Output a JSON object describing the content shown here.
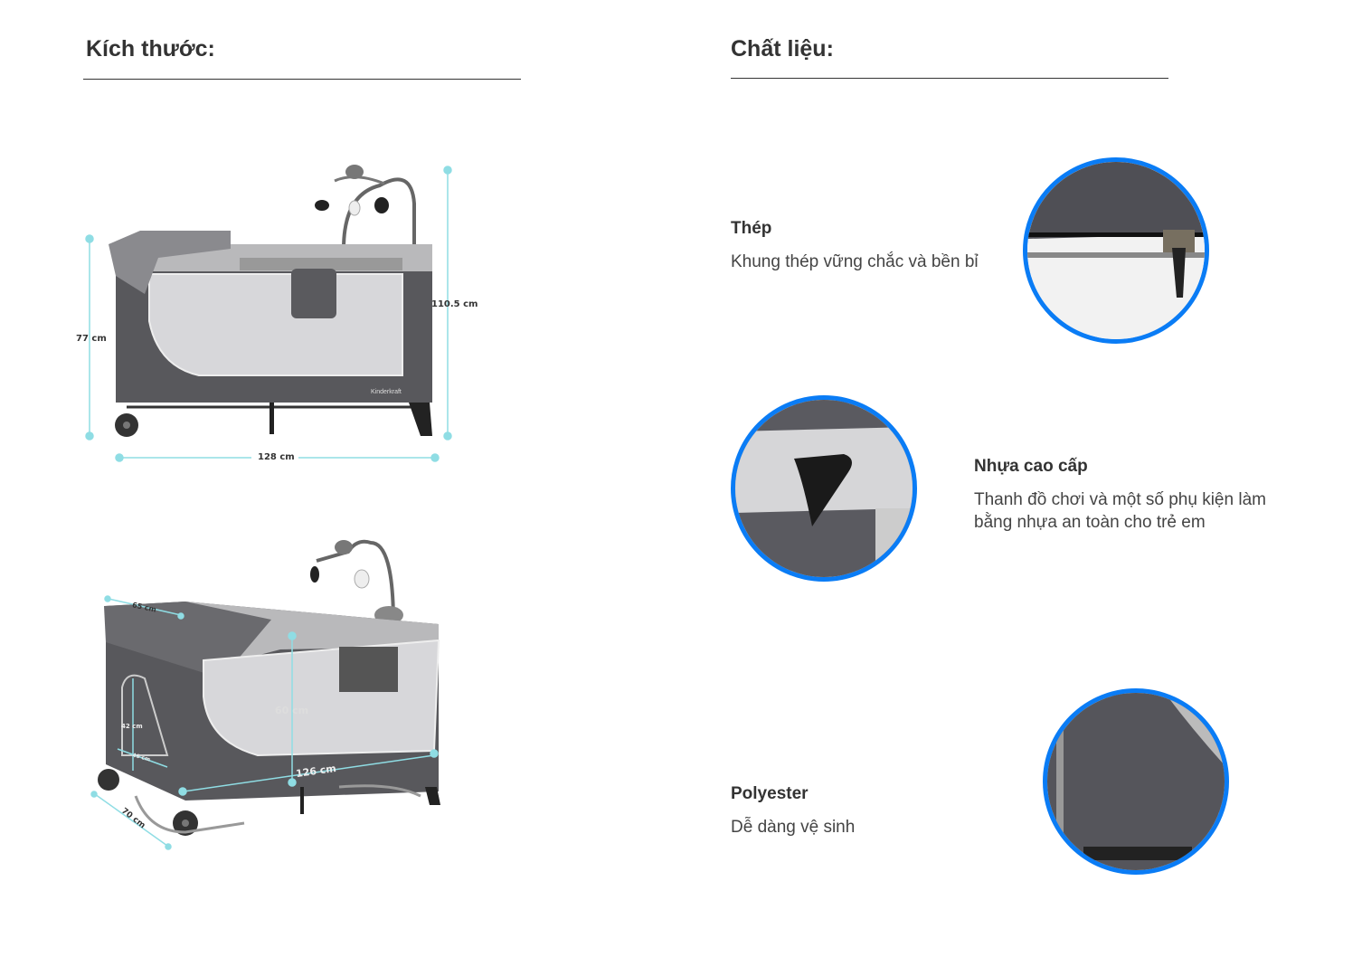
{
  "size_section": {
    "title": "Kích thước:",
    "side_view": {
      "height_label": "77 cm",
      "total_height_label": "110.5 cm",
      "length_label": "128 cm",
      "brand": "Kinderkraft"
    },
    "angled_view": {
      "width_top_label": "65 cm",
      "door_height_label": "42 cm",
      "door_width_label": "46 cm",
      "inner_height_label": "60 cm",
      "inner_length_label": "126 cm",
      "depth_label": "70 cm"
    }
  },
  "material_section": {
    "title": "Chất liệu:",
    "items": [
      {
        "title": "Thép",
        "description": "Khung thép vững chắc và bền bỉ"
      },
      {
        "title": "Nhựa cao cấp",
        "description": "Thanh đồ chơi và một số phụ kiện làm bằng nhựa an toàn cho trẻ em"
      },
      {
        "title": "Polyester",
        "description": "Dễ dàng vệ sinh"
      }
    ]
  },
  "colors": {
    "accent": "#0a7cf5",
    "dimension_line": "#7fd8e0",
    "fabric": "#555559"
  }
}
